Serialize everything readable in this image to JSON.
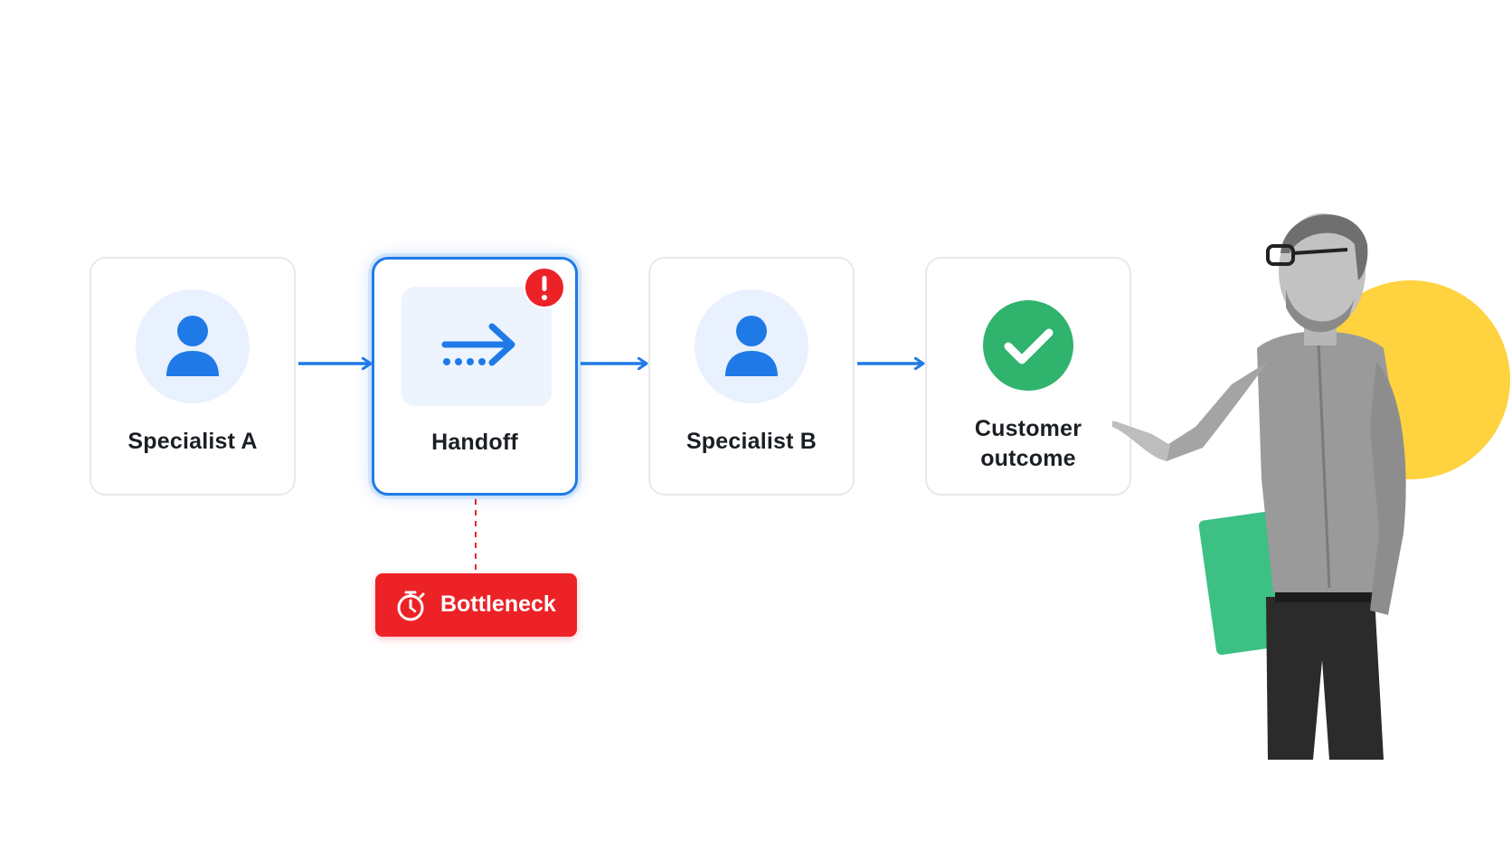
{
  "diagram": {
    "nodes": [
      {
        "id": "specialist-a",
        "label": "Specialist A",
        "icon": "person-icon"
      },
      {
        "id": "handoff",
        "label": "Handoff",
        "icon": "dotted-arrow-icon",
        "status": "alert-icon"
      },
      {
        "id": "specialist-b",
        "label": "Specialist B",
        "icon": "person-icon"
      },
      {
        "id": "customer-outcome",
        "label": "Customer\noutcome",
        "label_line1": "Customer",
        "label_line2": "outcome",
        "icon": "check-icon"
      }
    ],
    "edges": [
      {
        "from": "specialist-a",
        "to": "handoff"
      },
      {
        "from": "handoff",
        "to": "specialist-b"
      },
      {
        "from": "specialist-b",
        "to": "customer-outcome"
      }
    ],
    "callout": {
      "attached_to": "handoff",
      "label": "Bottleneck",
      "icon": "stopwatch-icon"
    }
  },
  "colors": {
    "accent_blue": "#1f7ae8",
    "alert_red": "#ec2227",
    "success_green": "#2fb36d",
    "decor_yellow": "#ffd23f",
    "decor_green": "#3cc084"
  }
}
